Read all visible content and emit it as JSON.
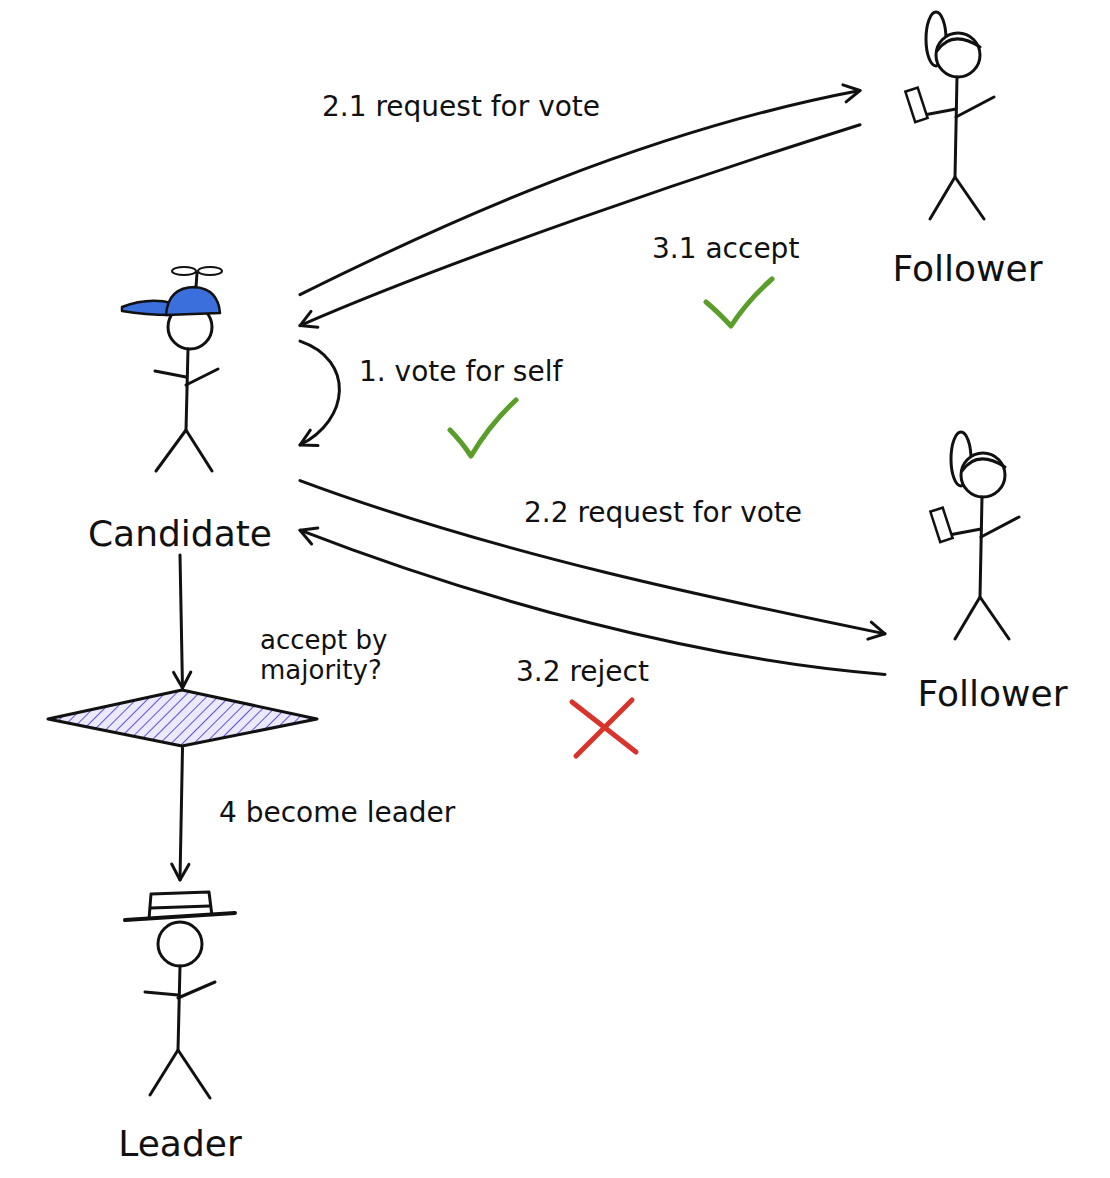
{
  "diagram": {
    "nodes": [
      {
        "text": [
          "Follower"
        ]
      },
      {
        "text": [
          "Candidate"
        ]
      },
      {
        "text": [
          "Follower"
        ]
      },
      {
        "text": [
          "accept by majority?"
        ]
      },
      {
        "text": [
          "Leader"
        ]
      }
    ],
    "edges": [
      {
        "from": 1,
        "to": 0,
        "arrow": "to",
        "label": "2.1 request for vote"
      },
      {
        "from": 0,
        "to": 1,
        "arrow": "to",
        "label": "3.1 accept"
      },
      {
        "from": 1,
        "to": 1,
        "arrow": "to",
        "label": "1. vote for self"
      },
      {
        "from": 1,
        "to": 2,
        "arrow": "to",
        "label": "2.2 request for vote"
      },
      {
        "from": 2,
        "to": 1,
        "arrow": "to",
        "label": "3.2 reject"
      },
      {
        "from": 1,
        "to": 3,
        "arrow": "to"
      },
      {
        "from": 3,
        "to": 4,
        "arrow": "to",
        "label": "4 become leader"
      }
    ]
  }
}
